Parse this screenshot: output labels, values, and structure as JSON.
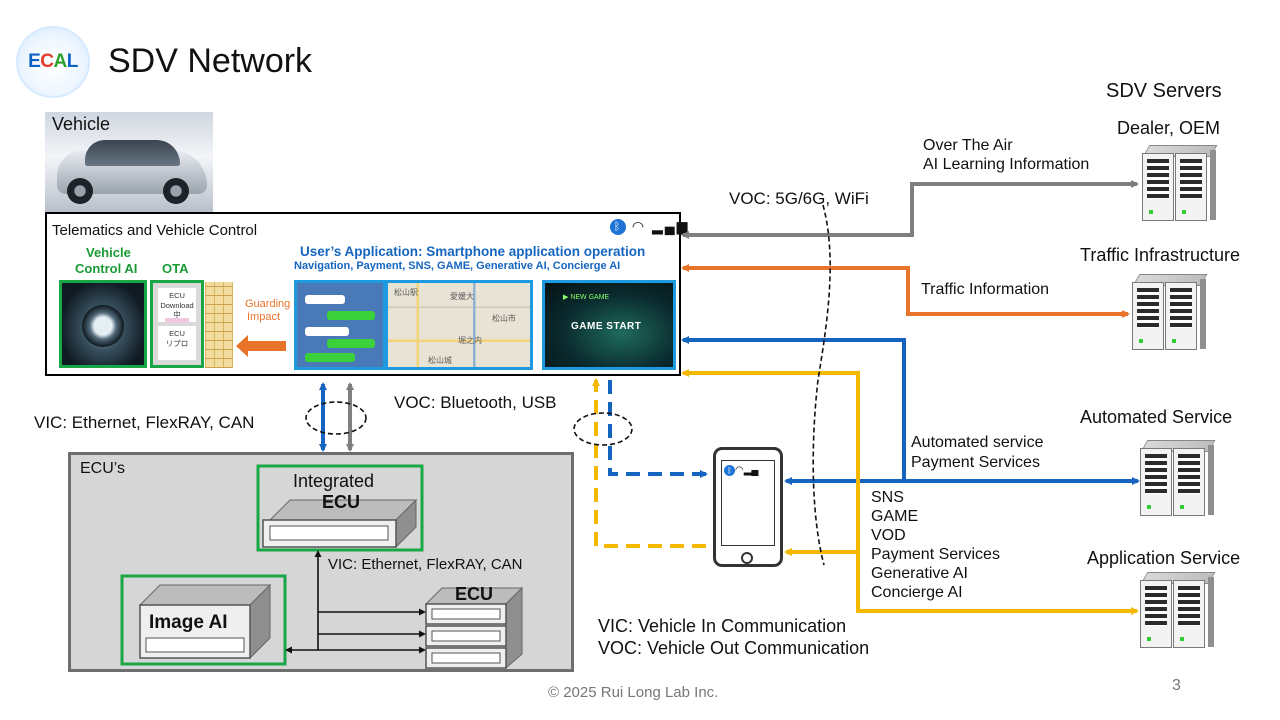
{
  "header": {
    "logo_text": [
      "E",
      "C",
      "A",
      "L"
    ],
    "title": "SDV Network"
  },
  "vehicle": {
    "label": "Vehicle"
  },
  "telematics": {
    "title": "Telematics and Vehicle Control",
    "vehicle_control_ai": [
      "Vehicle",
      "Control AI"
    ],
    "ota": "OTA",
    "ota_screen_1": [
      "ECU",
      "Download中"
    ],
    "ota_screen_2": [
      "ECU",
      "リプロ"
    ],
    "guarding": [
      "Guarding",
      "Impact"
    ],
    "user_app_title": "User’s Application: Smartphone application operation",
    "user_app_subtitle": "Navigation, Payment, SNS, GAME, Generative AI, Concierge AI",
    "map_labels": [
      "松山駅",
      "愛媛大",
      "松山市",
      "堀之内",
      "松山城"
    ],
    "game_new": "▶ NEW GAME",
    "game_start": "GAME START"
  },
  "ecus": {
    "panel_label": "ECU’s",
    "integrated": [
      "Integrated",
      "ECU"
    ],
    "image_ai": "Image AI",
    "ecu": "ECU",
    "internal_vic": "VIC: Ethernet, FlexRAY, CAN"
  },
  "links": {
    "vic_main": "VIC: Ethernet, FlexRAY, CAN",
    "voc_bluetooth": "VOC: Bluetooth, USB",
    "voc_wireless": "VOC: 5G/6G, WiFi",
    "ota_lines": [
      "Over The Air",
      "AI Learning Information"
    ],
    "traffic_info": "Traffic Information",
    "automated_lines": [
      "Automated service",
      "Payment Services"
    ],
    "app_lines": [
      "SNS",
      "GAME",
      "VOD",
      "Payment Services",
      "Generative AI",
      "Concierge AI"
    ]
  },
  "servers": {
    "heading": "SDV Servers",
    "items": [
      "Dealer, OEM",
      "Traffic Infrastructure",
      "Automated Service",
      "Application Service"
    ]
  },
  "legend": {
    "vic": "VIC: Vehicle In Communication",
    "voc": "VOC: Vehicle Out Communication"
  },
  "footer": {
    "copyright": "© 2025 Rui Long Lab Inc.",
    "page": "3"
  },
  "colors": {
    "gray_link": "#7f7f7f",
    "orange_link": "#e8742a",
    "blue_link": "#1565c0",
    "yellow_link": "#f5b800",
    "green_frame": "#19a647",
    "app_blue": "#1565c0"
  },
  "icons": [
    "bluetooth-icon",
    "wifi-icon",
    "signal-icon",
    "server-rack-icon",
    "smartphone-icon"
  ]
}
